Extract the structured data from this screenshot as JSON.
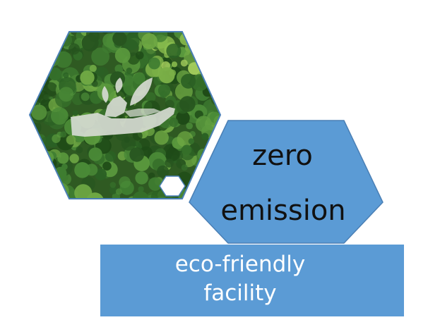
{
  "colors": {
    "shape_fill": "#5b9bd5",
    "shape_stroke": "#4a7fb5",
    "text_dark": "#111111",
    "text_light": "#ffffff",
    "forest_base": "#2f5a22"
  },
  "image": {
    "subject": "aerial forest with hand-and-leaves icon",
    "icon": "hand-leaves-icon"
  },
  "center_hexagon": {
    "line1": "zero",
    "line2": "emission"
  },
  "bottom_bar": {
    "line1": "eco-friendly",
    "line2": "facility"
  }
}
